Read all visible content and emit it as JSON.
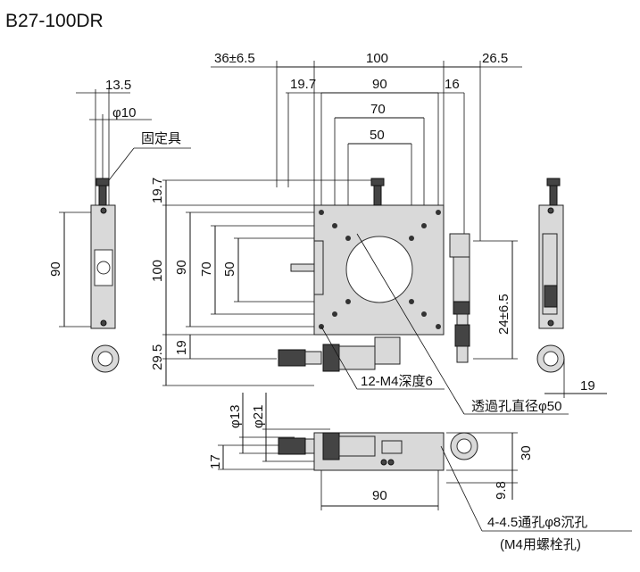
{
  "title": "B27-100DR",
  "dimensions": {
    "top_offset": "36±6.5",
    "top_100": "100",
    "top_26_5": "26.5",
    "top_19_7": "19.7",
    "top_90": "90",
    "top_16": "16",
    "top_70": "70",
    "top_50": "50",
    "left_13_5": "13.5",
    "left_phi10": "φ10",
    "left_fixer": "固定具",
    "left_90": "90",
    "mid_19_7": "19.7",
    "mid_100": "100",
    "mid_90": "90",
    "mid_70": "70",
    "mid_50": "50",
    "mid_29_5": "29.5",
    "mid_19": "19",
    "right_24": "24±6.5",
    "right_19": "19",
    "bot_phi13": "φ13",
    "bot_phi21": "φ21",
    "bot_17": "17",
    "bot_30": "30",
    "bot_9_8": "9.8",
    "bot_90": "90"
  },
  "callouts": {
    "tapped_holes": "12-M4深度6",
    "through_hole": "透過孔直径φ50",
    "mount_holes": "4-4.5通孔φ8沉孔",
    "mount_note": "(M4用螺栓孔)"
  }
}
